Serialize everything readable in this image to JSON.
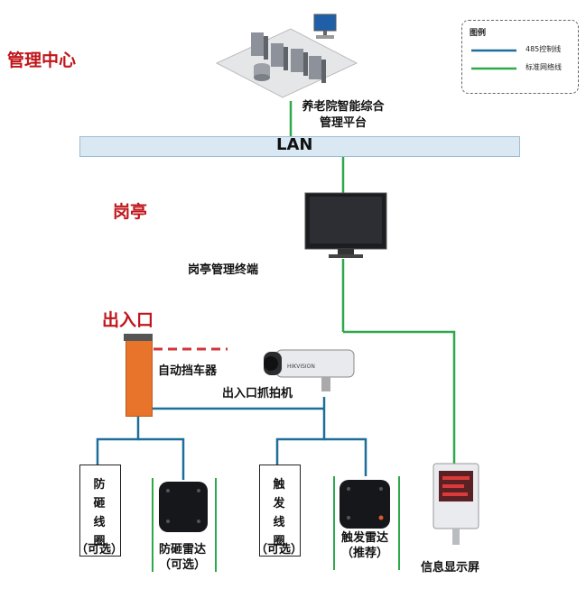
{
  "sections": {
    "management_center": "管理中心",
    "guard_booth": "岗亭",
    "entrance": "出入口"
  },
  "legend": {
    "title": "图例",
    "items": [
      {
        "label": "485控制线",
        "color": "#1d6e99"
      },
      {
        "label": "标准网络线",
        "color": "#2fa84b"
      }
    ]
  },
  "colors": {
    "control_line": "#1d6e99",
    "network_line": "#2fa84b",
    "lan_bar": "#d9e8f3",
    "section_text": "#c0161b",
    "barrier": "#e8732a"
  },
  "platform": {
    "line1": "养老院智能综合",
    "line2": "管理平台"
  },
  "lan": "LAN",
  "terminal": "岗亭管理终端",
  "barrier": "自动挡车器",
  "camera": "出入口抓拍机",
  "anti_coil": {
    "chars": [
      "防",
      "砸",
      "线",
      "圈"
    ],
    "note": "（可选）"
  },
  "anti_radar": {
    "name": "防砸雷达",
    "note": "（可选）"
  },
  "trigger_coil": {
    "chars": [
      "触",
      "发",
      "线",
      "圈"
    ],
    "note": "（可选）"
  },
  "trigger_radar": {
    "name": "触发雷达",
    "note": "（推荐）"
  },
  "display": "信息显示屏",
  "camera_brand": "HIKVISION"
}
